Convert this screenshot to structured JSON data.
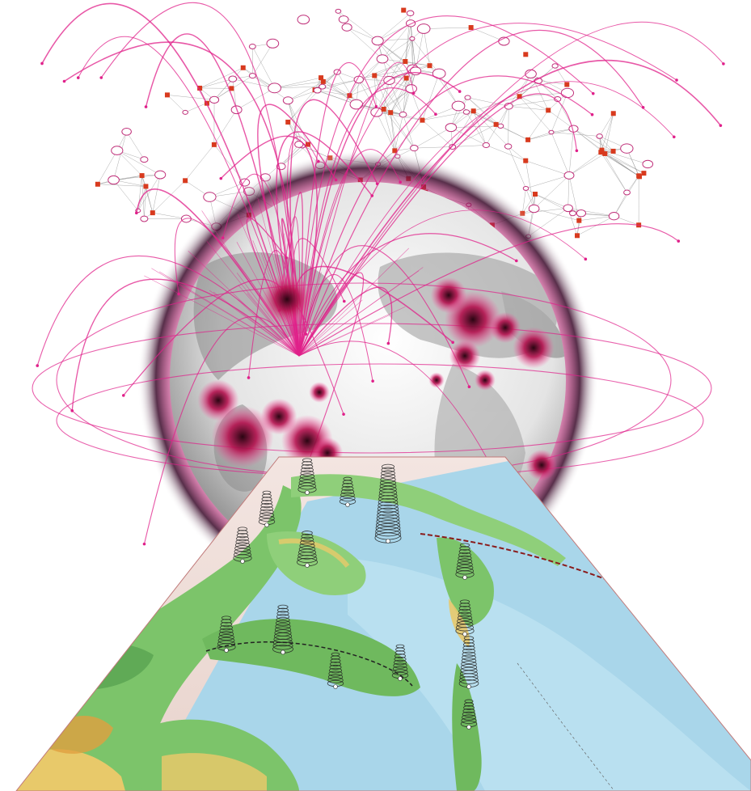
{
  "scene": {
    "description_tag": "network-globe-map-composite",
    "layers": [
      {
        "name": "network-graph",
        "label": ""
      },
      {
        "name": "globe",
        "label": ""
      },
      {
        "name": "coastal-map",
        "label": ""
      }
    ]
  },
  "colors": {
    "background": "#ffffff",
    "arc_magenta": "#e0208a",
    "glow_dark": "#3a0a2a",
    "node_fill": "#ffffff",
    "node_stroke": "#c0307a",
    "node_red": "#d83a1e",
    "graph_edge": "#8a8a8a",
    "water": "#a9d6ea",
    "water_deep": "#8ec7e0",
    "land_green": "#7cc46a",
    "land_dark_green": "#4f9a4a",
    "sand": "#e8c96a",
    "sand_orange": "#e0a040",
    "map_paper": "#f1dfd9",
    "hotspot": "#b4114e"
  },
  "icons": {
    "tower": "concentric-ring-tower",
    "hotspot": "glowing-dot"
  }
}
